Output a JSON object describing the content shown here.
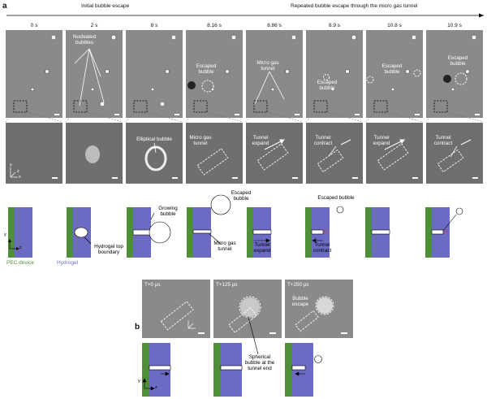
{
  "panel_a_label": "a",
  "panel_b_label": "b",
  "phase_initial": "Initial bubble escape",
  "phase_repeated": "Repeated bubble escape through the micro gas tunnel",
  "times_a": [
    "0 s",
    "2 s",
    "8 s",
    "8.16 s",
    "8.86 s",
    "8.9 s",
    "10.8 s",
    "10.9 s"
  ],
  "top_labels": {
    "nucleated": "Nucleated bubbles",
    "escaped1": "Escaped bubble",
    "micro_tunnel": "Micro gas tunnel",
    "escaped2": "Escaped bubble",
    "escaped3": "Escaped bubble",
    "escaped4": "Escaped bubble"
  },
  "inset_labels": {
    "elliptical": "Elliptical bubble",
    "micro_gas_tunnel": "Micro gas tunnel",
    "tunnel_expand1": "Tunnel expand",
    "tunnel_contract1": "Tunnel contract",
    "tunnel_expand2": "Tunnel expand",
    "tunnel_contract2": "Tunnel contract"
  },
  "schematic_labels": {
    "hydrogel_top": "Hydrogel top boundary",
    "growing": "Growing bubble",
    "escaped_a": "Escaped bubble",
    "micro_tunnel": "Micro gas tunnel",
    "tunnel_expand": "Tunnel expand",
    "escaped_b": "Escaped bubble",
    "tunnel_contract": "Tunnel contract"
  },
  "legend": {
    "pec": "PEC device",
    "hydrogel": "Hydrogel",
    "y": "y",
    "z": "z",
    "x": "x"
  },
  "times_b": [
    "T+0 µs",
    "T+125 µs",
    "T+250 µs"
  ],
  "b_labels": {
    "bubble_escape": "Bubble escape",
    "spherical": "Spherical bubble at the tunnel end"
  },
  "colors": {
    "pec": "#4f8f3a",
    "hydrogel": "#6b6bc4"
  }
}
